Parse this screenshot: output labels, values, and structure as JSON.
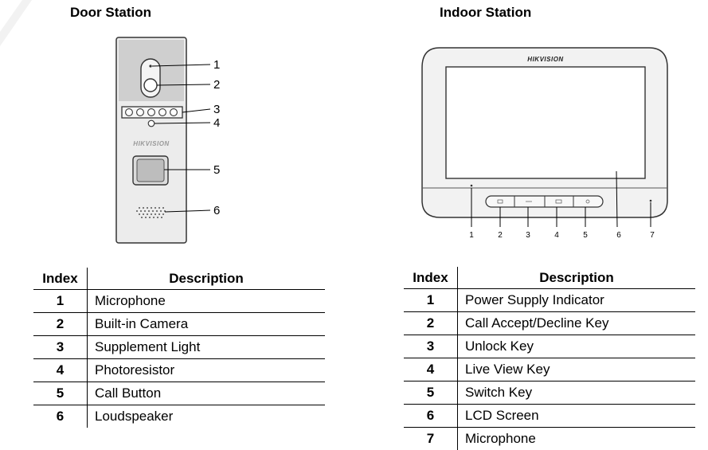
{
  "door_station": {
    "title": "Door Station",
    "brand": "HIKVISION",
    "callouts": [
      "1",
      "2",
      "3",
      "4",
      "5",
      "6"
    ],
    "table": {
      "headers": {
        "index": "Index",
        "description": "Description"
      },
      "rows": [
        {
          "index": "1",
          "description": "Microphone"
        },
        {
          "index": "2",
          "description": "Built-in Camera"
        },
        {
          "index": "3",
          "description": "Supplement Light"
        },
        {
          "index": "4",
          "description": "Photoresistor"
        },
        {
          "index": "5",
          "description": "Call Button"
        },
        {
          "index": "6",
          "description": "Loudspeaker"
        }
      ]
    }
  },
  "indoor_station": {
    "title": "Indoor Station",
    "brand": "HIKVISION",
    "callouts": [
      "1",
      "2",
      "3",
      "4",
      "5",
      "6",
      "7"
    ],
    "table": {
      "headers": {
        "index": "Index",
        "description": "Description"
      },
      "rows": [
        {
          "index": "1",
          "description": "Power Supply Indicator"
        },
        {
          "index": "2",
          "description": "Call Accept/Decline Key"
        },
        {
          "index": "3",
          "description": "Unlock Key"
        },
        {
          "index": "4",
          "description": "Live View Key"
        },
        {
          "index": "5",
          "description": "Switch Key"
        },
        {
          "index": "6",
          "description": "LCD Screen"
        },
        {
          "index": "7",
          "description": "Microphone"
        }
      ]
    }
  }
}
